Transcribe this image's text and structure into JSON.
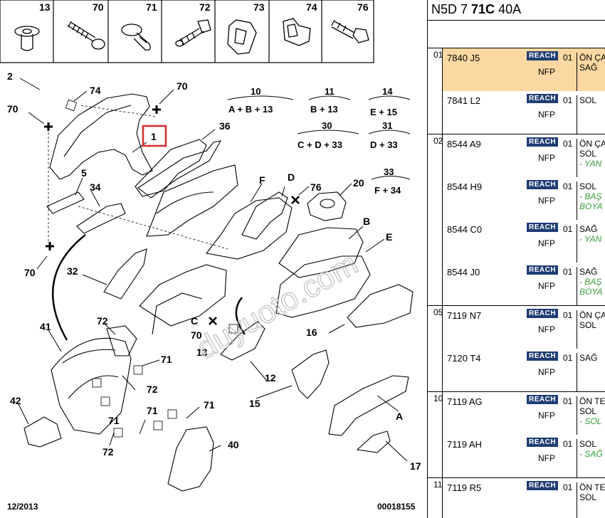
{
  "diagram": {
    "fasteners": [
      {
        "num": "13",
        "icon": "push-clip-icon"
      },
      {
        "num": "70",
        "icon": "screw-icon"
      },
      {
        "num": "71",
        "icon": "rivet-clip-icon"
      },
      {
        "num": "72",
        "icon": "bolt-icon"
      },
      {
        "num": "73",
        "icon": "spring-clip-icon"
      },
      {
        "num": "74",
        "icon": "nut-clip-icon"
      },
      {
        "num": "76",
        "icon": "flange-bolt-icon"
      }
    ],
    "legend": [
      {
        "num": "10",
        "formula": "A + B + 13"
      },
      {
        "num": "11",
        "formula": "B + 13"
      },
      {
        "num": "14",
        "formula": "E + 15"
      },
      {
        "num": "30",
        "formula": "C + D + 33"
      },
      {
        "num": "31",
        "formula": "D + 33"
      },
      {
        "num": "33",
        "formula": "F + 34"
      }
    ],
    "callouts": {
      "c1": "1",
      "c2": "2",
      "c74a": "74",
      "c70a": "70",
      "c70b": "70",
      "c36": "36",
      "c5": "5",
      "c34": "34",
      "cF": "F",
      "cD": "D",
      "c76": "76",
      "c20": "20",
      "c70c": "70",
      "c32": "32",
      "cB": "B",
      "cE": "E",
      "cC": "C",
      "c70d": "70",
      "c13": "13",
      "c16": "16",
      "c41": "41",
      "c72a": "72",
      "c71a": "71",
      "c72b": "72",
      "c12": "12",
      "c15": "15",
      "c42": "42",
      "c71b": "71",
      "c71c": "71",
      "c71d": "71",
      "c72c": "72",
      "c40": "40",
      "cA": "A",
      "c17": "17"
    },
    "watermark": "duyuoto.com",
    "footer_date": "12/2013",
    "footer_ref": "00018155"
  },
  "panel": {
    "ref_pre": "N5D 7 ",
    "ref_bold": "71C",
    "ref_post": " 40A",
    "groups": [
      {
        "num": "01",
        "rows": [
          {
            "code": "7840 J5",
            "reach": "REACH",
            "nfp": "NFP",
            "qty": "01",
            "desc1": "ÖN ÇA",
            "desc2": "SAĞ",
            "note": "",
            "highlight": true
          },
          {
            "code": "7841 L2",
            "reach": "REACH",
            "nfp": "NFP",
            "qty": "01",
            "desc1": "",
            "desc2": "SOL",
            "note": "",
            "highlight": false
          }
        ]
      },
      {
        "num": "02",
        "rows": [
          {
            "code": "8544 A9",
            "reach": "REACH",
            "nfp": "NFP",
            "qty": "01",
            "desc1": "ÖN ÇA",
            "desc2": "SOL",
            "note": "- YAN",
            "highlight": false
          },
          {
            "code": "8544 H9",
            "reach": "REACH",
            "nfp": "NFP",
            "qty": "01",
            "desc1": "",
            "desc2": "SOL",
            "note": "- BAŞ",
            "note2": "BOYA",
            "highlight": false
          },
          {
            "code": "8544 C0",
            "reach": "REACH",
            "nfp": "NFP",
            "qty": "01",
            "desc1": "",
            "desc2": "SAĞ",
            "note": "- YAN",
            "highlight": false
          },
          {
            "code": "8544 J0",
            "reach": "REACH",
            "nfp": "NFP",
            "qty": "01",
            "desc1": "",
            "desc2": "SAĞ",
            "note": "- BAŞ",
            "note2": "BOYA",
            "highlight": false
          }
        ]
      },
      {
        "num": "05",
        "rows": [
          {
            "code": "7119 N7",
            "reach": "REACH",
            "nfp": "NFP",
            "qty": "01",
            "desc1": "ÖN ÇA",
            "desc2": "SOL",
            "note": "",
            "highlight": false
          },
          {
            "code": "7120 T4",
            "reach": "REACH",
            "nfp": "NFP",
            "qty": "01",
            "desc1": "",
            "desc2": "SAĞ",
            "note": "",
            "highlight": false
          }
        ]
      },
      {
        "num": "10",
        "rows": [
          {
            "code": "7119 AG",
            "reach": "REACH",
            "nfp": "NFP",
            "qty": "01",
            "desc1": "ÖN TE",
            "desc2": "SOL",
            "note": "- SOL",
            "highlight": false
          },
          {
            "code": "7119 AH",
            "reach": "REACH",
            "nfp": "NFP",
            "qty": "01",
            "desc1": "",
            "desc2": "SOL",
            "note": "- SAĞ",
            "highlight": false
          }
        ]
      },
      {
        "num": "11",
        "rows": [
          {
            "code": "7119 R5",
            "reach": "REACH",
            "nfp": "",
            "qty": "01",
            "desc1": "ÖN TE",
            "desc2": "SOL",
            "note": "",
            "highlight": false
          }
        ]
      }
    ]
  }
}
